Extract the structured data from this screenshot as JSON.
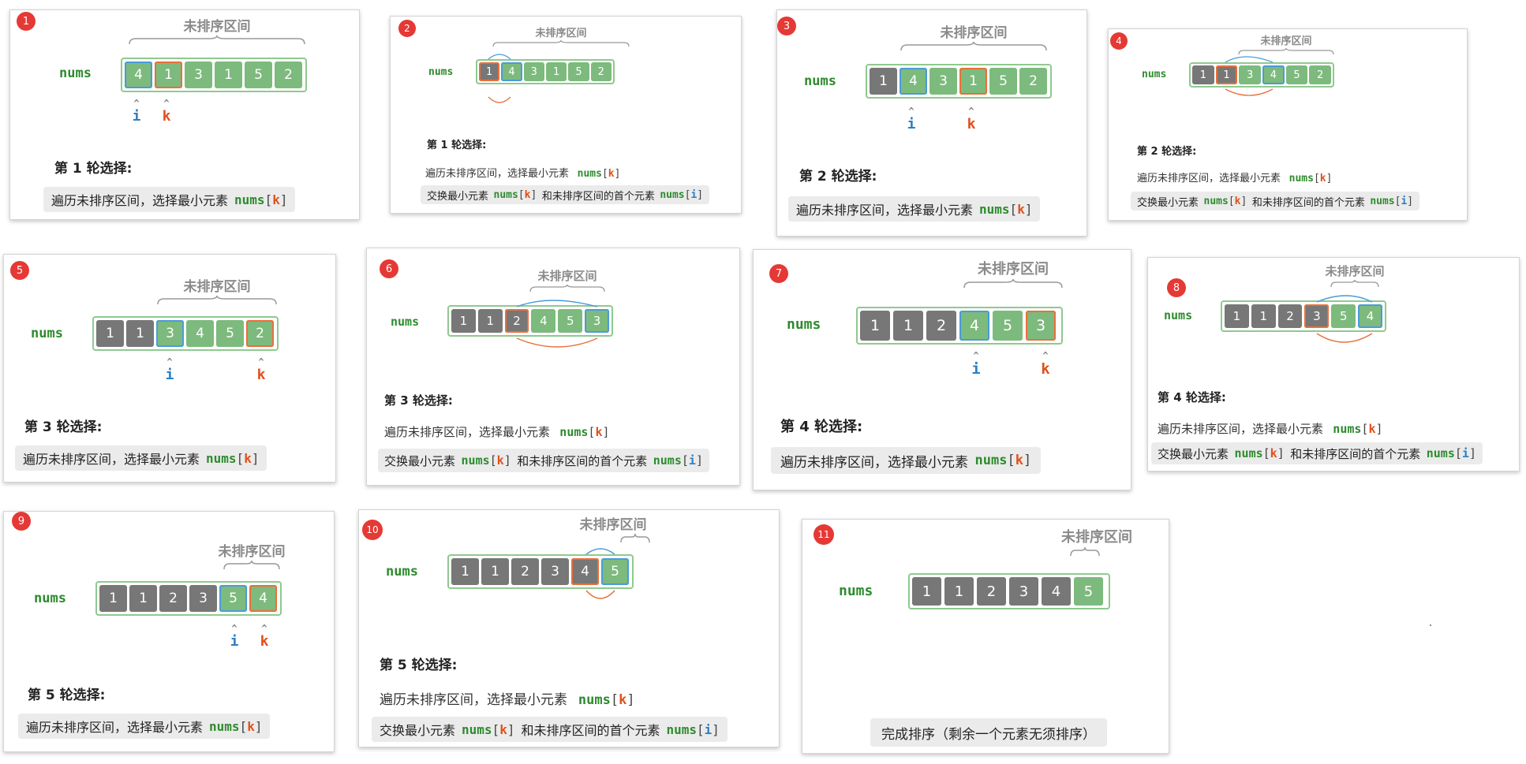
{
  "labels": {
    "unsorted": "未排序区间",
    "nums": "nums",
    "i": "i",
    "k": "k",
    "caret": "^"
  },
  "badges": [
    "1",
    "2",
    "3",
    "4",
    "5",
    "6",
    "7",
    "8",
    "9",
    "10",
    "11"
  ],
  "rounds": {
    "r1": "第 1 轮选择:",
    "r2": "第 2 轮选择:",
    "r3": "第 3 轮选择:",
    "r4": "第 4 轮选择:",
    "r5": "第 5 轮选择:"
  },
  "text": {
    "traverse": "遍历未排序区间，选择最小元素",
    "swap_a": "交换最小元素",
    "swap_b": "和未排序区间的首个元素",
    "done": "完成排序（剩余一个元素无须排序）"
  },
  "code": {
    "nums": "nums",
    "lb": "[",
    "rb": "]",
    "k": "k",
    "i": "i"
  },
  "arrays": {
    "p1": [
      "4",
      "1",
      "3",
      "1",
      "5",
      "2"
    ],
    "p2": [
      "1",
      "4",
      "3",
      "1",
      "5",
      "2"
    ],
    "p3": [
      "1",
      "4",
      "3",
      "1",
      "5",
      "2"
    ],
    "p4": [
      "1",
      "1",
      "3",
      "4",
      "5",
      "2"
    ],
    "p5": [
      "1",
      "1",
      "3",
      "4",
      "5",
      "2"
    ],
    "p6": [
      "1",
      "1",
      "2",
      "4",
      "5",
      "3"
    ],
    "p7": [
      "1",
      "1",
      "2",
      "4",
      "5",
      "3"
    ],
    "p8": [
      "1",
      "1",
      "2",
      "3",
      "5",
      "4"
    ],
    "p9": [
      "1",
      "1",
      "2",
      "3",
      "5",
      "4"
    ],
    "p10": [
      "1",
      "1",
      "2",
      "3",
      "4",
      "5"
    ],
    "p11": [
      "1",
      "1",
      "2",
      "3",
      "4",
      "5"
    ]
  },
  "colors": {
    "sorted": "#777777",
    "unsorted": "#7dba7d",
    "i_pointer": "#2a7fc4",
    "k_pointer": "#e0501c",
    "badge": "#e53935",
    "nums_label": "#2e8b2e"
  }
}
